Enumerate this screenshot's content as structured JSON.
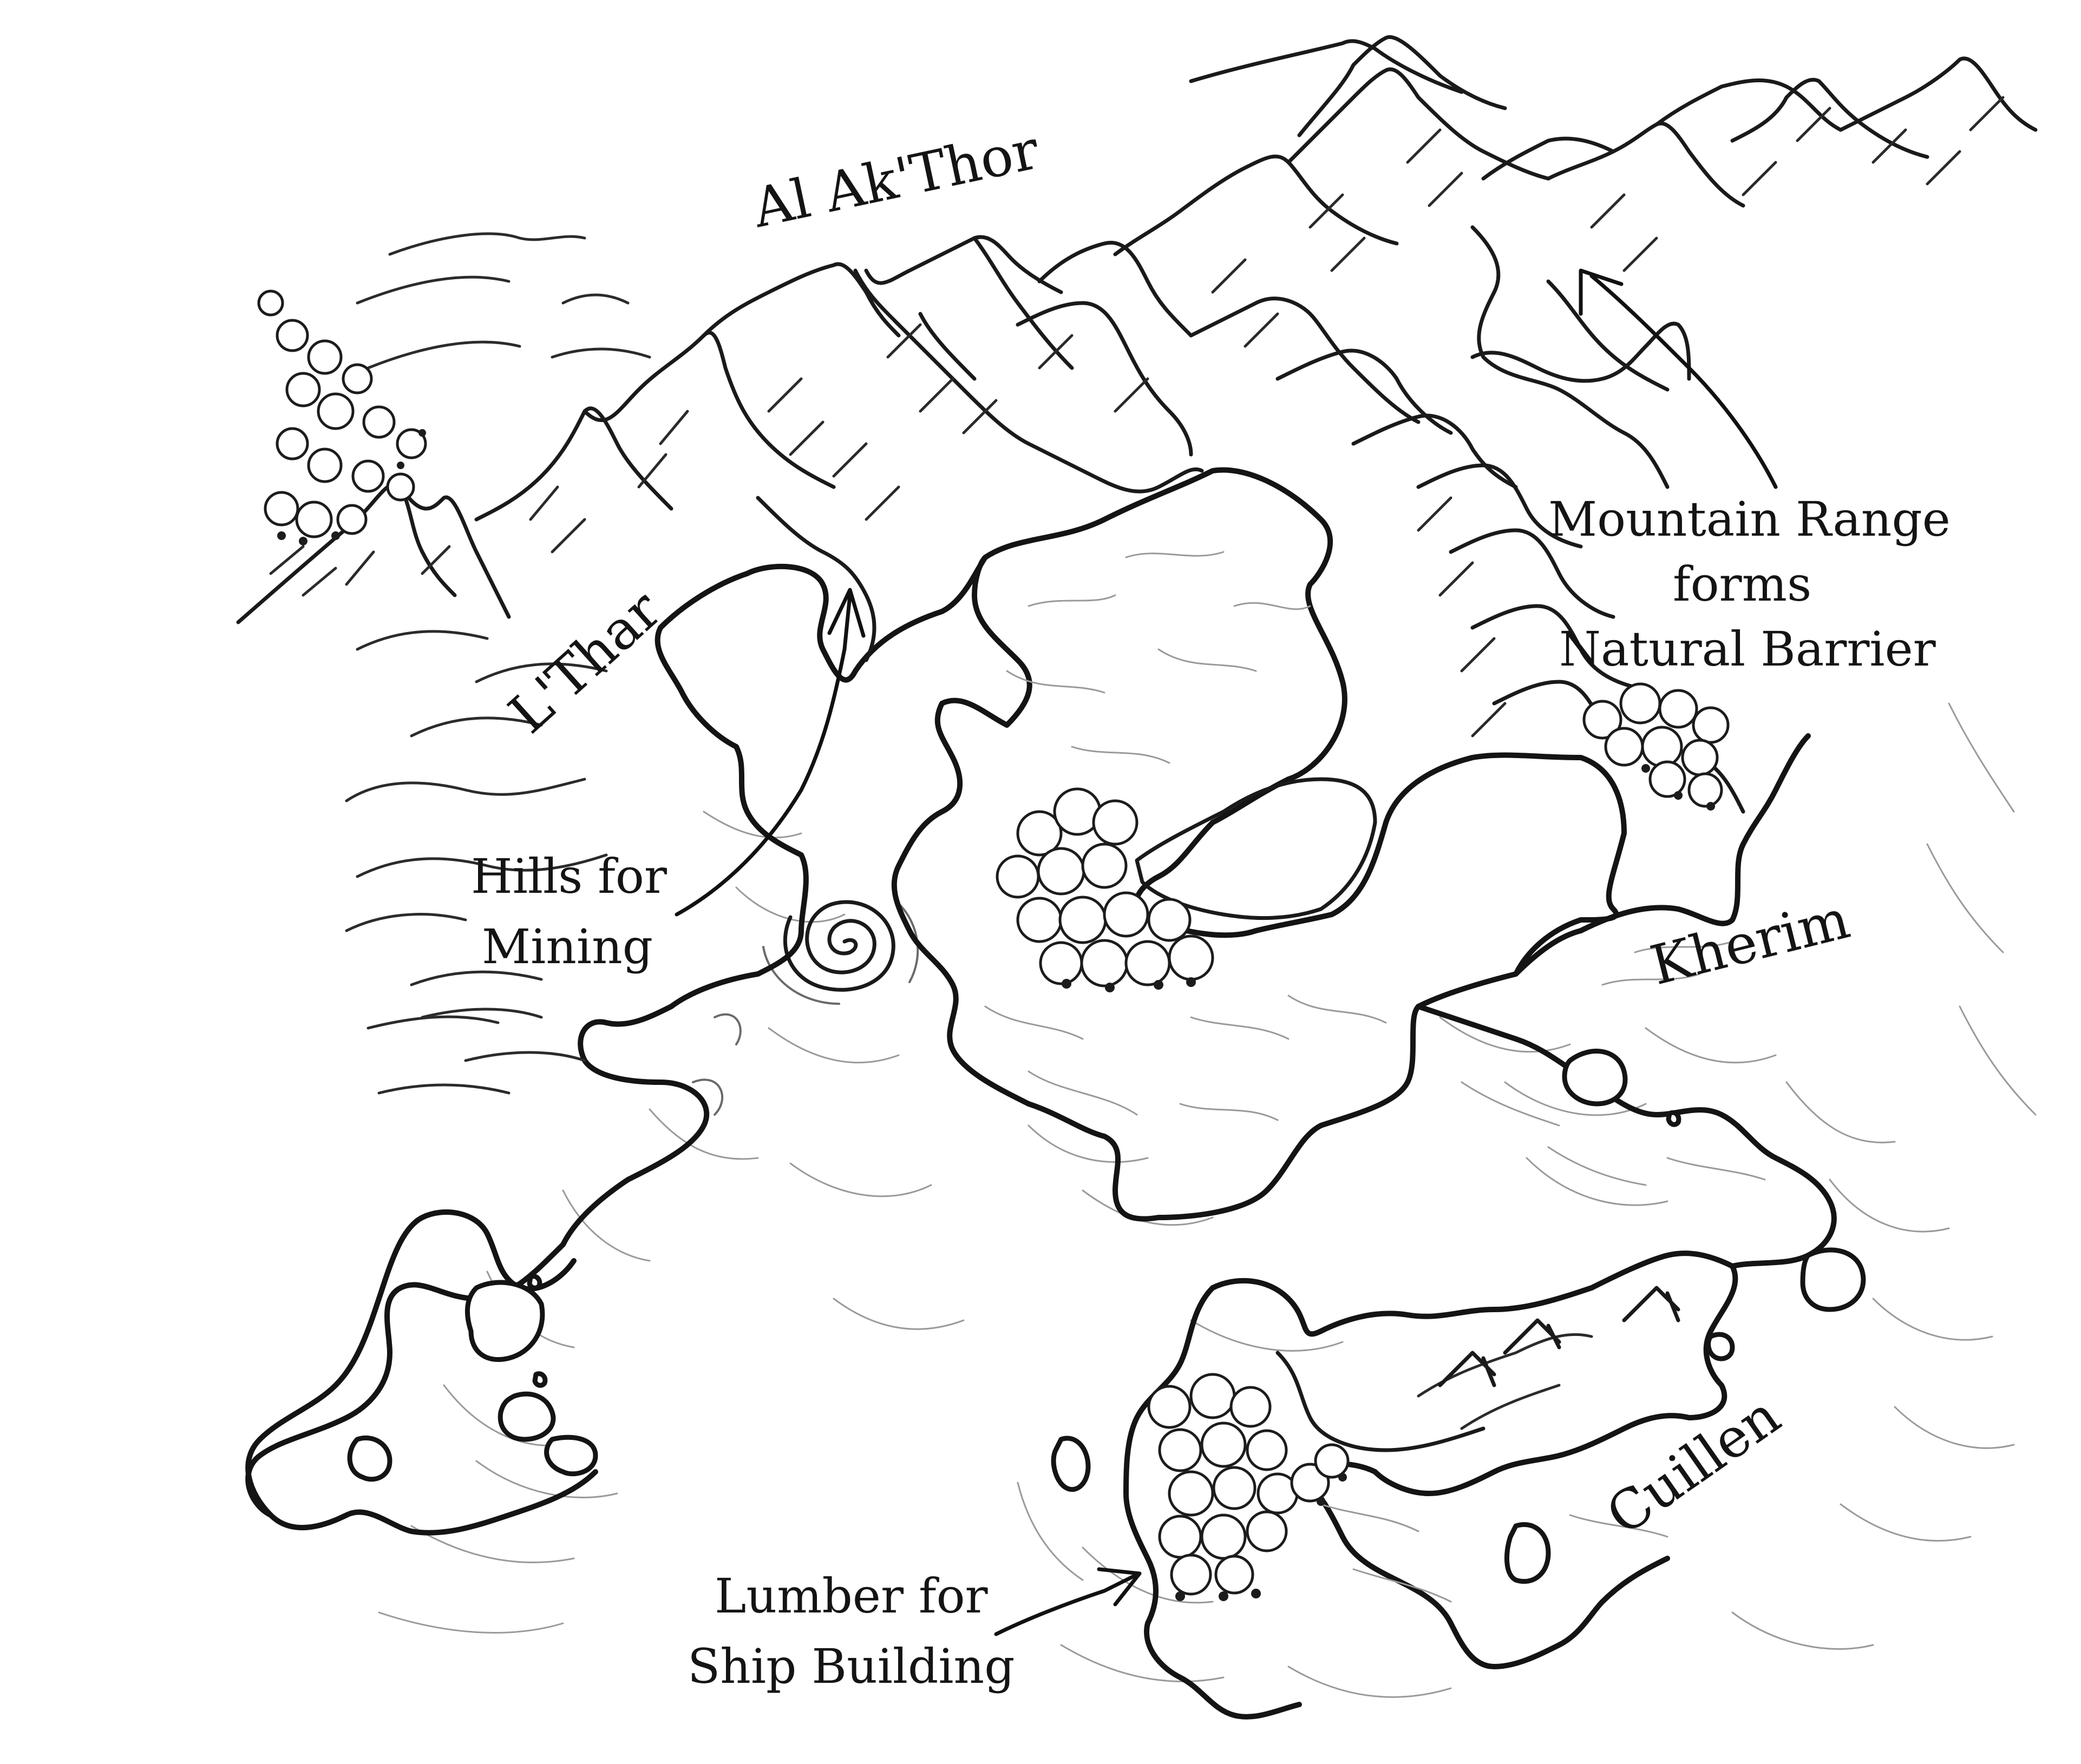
{
  "map": {
    "regions": {
      "al_ak_thor": "Al Ak'Thor",
      "l_thar": "L'Thar",
      "kherim": "Kherim",
      "cuillen": "Cuillen"
    },
    "annotations": {
      "mountains": [
        "Mountain Range",
        "forms",
        "Natural Barrier"
      ],
      "hills": [
        "Hills for",
        "Mining"
      ],
      "lumber": [
        "Lumber for",
        "Ship Building"
      ]
    },
    "features": [
      "mountain-range",
      "forest",
      "whirlpool",
      "islands",
      "hills",
      "coastline"
    ]
  }
}
